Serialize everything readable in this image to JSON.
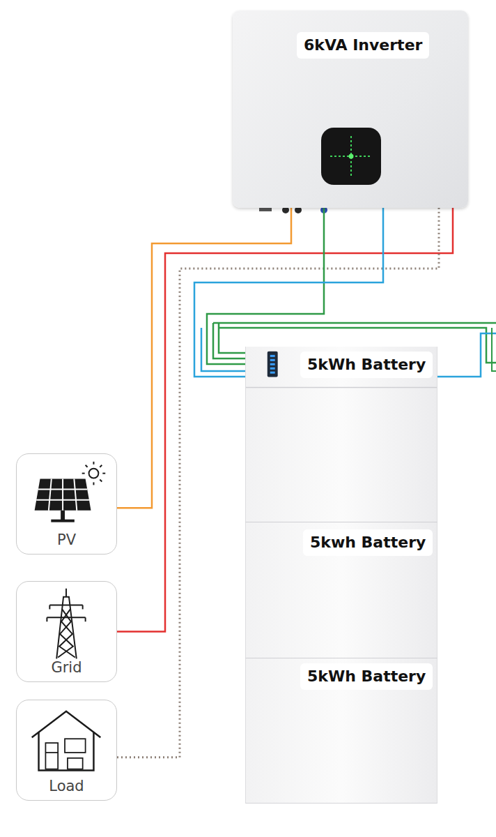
{
  "diagram": {
    "nodes": [
      {
        "text": [
          "6kVA Inverter"
        ]
      },
      {
        "text": [
          "5kWh Battery"
        ]
      },
      {
        "text": [
          "5kwh Battery"
        ]
      },
      {
        "text": [
          "5kWh Battery"
        ]
      },
      {
        "text": [
          "PV"
        ]
      },
      {
        "text": [
          "Grid"
        ]
      },
      {
        "text": [
          "Load"
        ]
      }
    ],
    "edges": [
      {
        "from": 4,
        "to": 0,
        "arrow": "none"
      },
      {
        "from": 5,
        "to": 0,
        "arrow": "none"
      },
      {
        "from": 6,
        "to": 0,
        "arrow": "none"
      },
      {
        "from": 0,
        "to": 1,
        "arrow": "none"
      },
      {
        "from": 0,
        "to": 1,
        "arrow": "none"
      }
    ]
  }
}
